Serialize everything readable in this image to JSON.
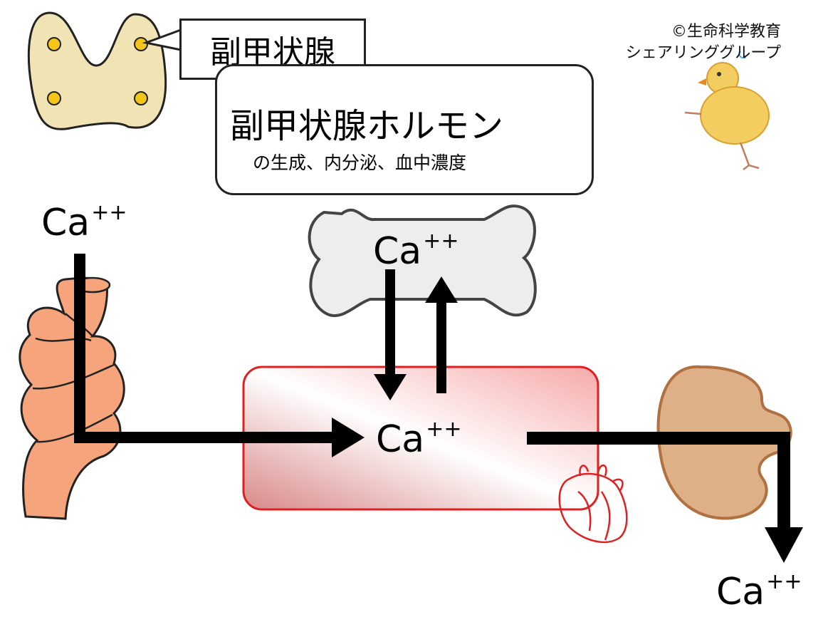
{
  "labels": {
    "gland": "副甲状腺",
    "hormone_title": "副甲状腺ホルモン",
    "hormone_sub": "の生成、内分泌、血中濃度",
    "copyright_line1": "©生命科学教育",
    "copyright_line2": "シェアリンググループ"
  },
  "calcium": {
    "symbol": "Ca",
    "charge": "++"
  },
  "colors": {
    "blood_border": "#e02020",
    "hormone_up_arrow": "#e02020",
    "gland_fill": "#f1e4b4",
    "gland_dot": "#f5c518",
    "intestine_fill": "#f6a47c",
    "kidney_fill": "#ddb088",
    "kidney_border": "#b07040",
    "bone_fill": "#ededed",
    "arrow": "#000000"
  },
  "icons": [
    "parathyroid-gland-icon",
    "intestine-icon",
    "bone-icon",
    "kidney-icon",
    "heart-icon",
    "chick-icon",
    "up-arrow-icon"
  ]
}
